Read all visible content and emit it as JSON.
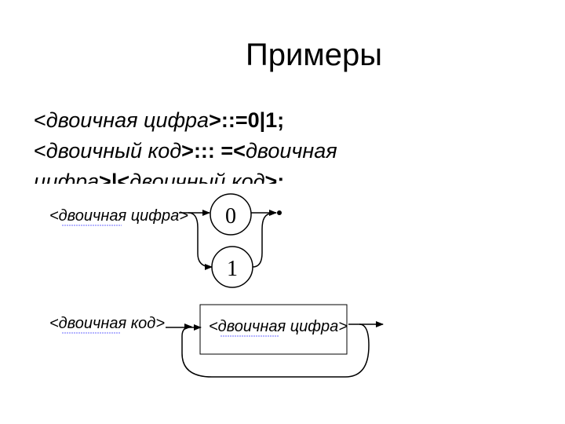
{
  "slide": {
    "title": "Примеры"
  },
  "rules": [
    {
      "lt": "<",
      "name": "двоичная цифра",
      "gt": ">",
      "def": "::=0|1;"
    },
    {
      "lt": "<",
      "name": "двоичный код",
      "gt": ">",
      "def": "::: =<",
      "name2": "двоичная"
    },
    {
      "name3": "цифра",
      "tail": ">|<",
      "name4": "двоичный код",
      "end": ">;"
    }
  ],
  "diagram1": {
    "nonterminal": "<двоичная цифра>",
    "option_zero": "0",
    "option_one": "1"
  },
  "diagram2": {
    "nonterminal": "<двоичная код>",
    "inner": "<двоичная цифра>"
  }
}
